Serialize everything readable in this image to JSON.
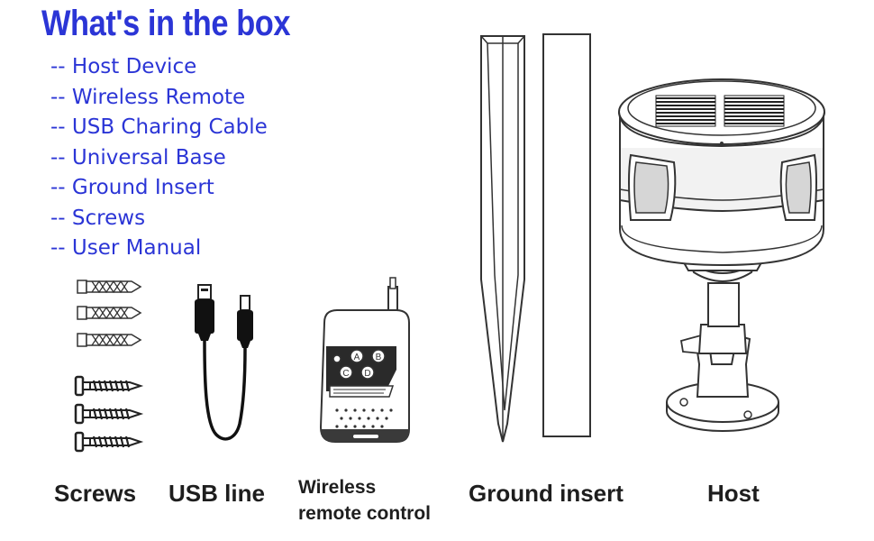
{
  "title": "What's in the box",
  "contents": [
    "-- Host Device",
    "-- Wireless Remote",
    "-- USB Charing Cable",
    "-- Universal Base",
    "-- Ground Insert",
    "-- Screws",
    "-- User Manual"
  ],
  "labels": {
    "screws": "Screws",
    "usb": "USB line",
    "remote_line1": "Wireless",
    "remote_line2": "remote control",
    "ground": "Ground insert",
    "host": "Host"
  },
  "remote_buttons": [
    "A",
    "B",
    "C",
    "D"
  ],
  "colors": {
    "accent": "#2b35d6",
    "text": "#1e1e1e",
    "line": "#333333"
  }
}
